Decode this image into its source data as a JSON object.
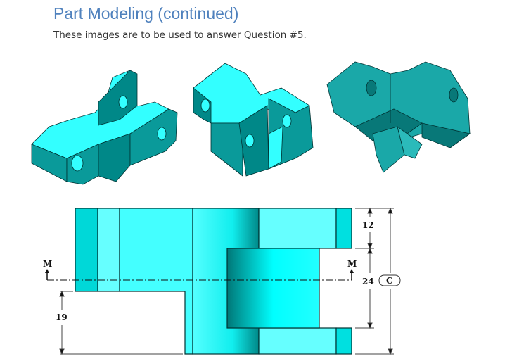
{
  "slide": {
    "title": "Part Modeling (continued)",
    "subtitle": "These images are to be used to answer Question #5."
  },
  "drawing": {
    "section_label_left": "M",
    "section_label_right": "M",
    "dimensions": {
      "top_height": "12",
      "middle_height": "24",
      "left_height": "19",
      "overall_label": "C"
    },
    "colors": {
      "light": "#5efcfc",
      "cyan": "#33f0f0",
      "mid": "#00c8c8",
      "dark": "#008b8b",
      "darker": "#006e6e"
    }
  }
}
